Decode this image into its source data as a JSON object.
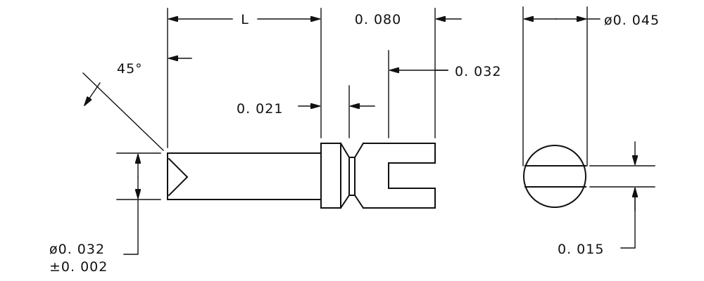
{
  "dimensions": {
    "length_label": "L",
    "fork_length": "0. 080",
    "head_diameter": "ø0. 045",
    "angle": "45°",
    "slot_depth": "0. 032",
    "groove_width": "0. 021",
    "pin_diameter": "ø0. 032",
    "pin_tolerance": "±0. 002",
    "slot_width": "0. 015"
  }
}
